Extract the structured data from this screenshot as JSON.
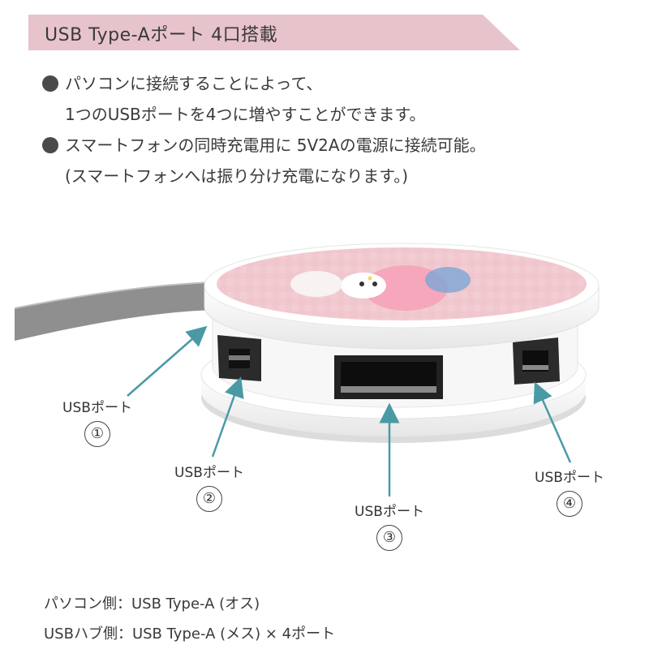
{
  "header": {
    "title": "USB Type-Aポート 4口搭載",
    "band_color": "#e7c3cc"
  },
  "bullets": [
    {
      "lines": [
        "パソコンに接続することによって、",
        "1つのUSBポートを4つに増やすことができます。"
      ]
    },
    {
      "lines": [
        "スマートフォンの同時充電用に 5V2Aの電源に接続可能。",
        "(スマートフォンへは振り分け充電になります。)"
      ]
    }
  ],
  "ports": [
    {
      "label": "USBポート",
      "number": "①"
    },
    {
      "label": "USBポート",
      "number": "②"
    },
    {
      "label": "USBポート",
      "number": "③"
    },
    {
      "label": "USBポート",
      "number": "④"
    }
  ],
  "specs": [
    "パソコン側：USB Type-A (オス)",
    "USBハブ側：USB Type-A (メス) × 4ポート"
  ],
  "colors": {
    "arrow": "#4a9aa6",
    "pink_lid": "#f0c9cf",
    "cable": "#8f8f8f"
  }
}
